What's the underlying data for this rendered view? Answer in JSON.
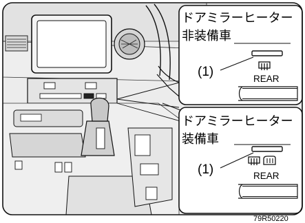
{
  "figure_code": "79R50220",
  "callouts": [
    {
      "title_line1": "ドアミラーヒーター",
      "title_line2": "非装備車",
      "item_label": "(1)",
      "switch_text": "REAR",
      "icons": [
        "rear-defroster-icon"
      ]
    },
    {
      "title_line1": "ドアミラーヒーター",
      "title_line2": "装備車",
      "item_label": "(1)",
      "switch_text": "REAR",
      "icons": [
        "rear-defroster-icon",
        "mirror-heater-icon"
      ]
    }
  ],
  "colors": {
    "panel_fill": "#ffffff",
    "dashboard_fill": "#e9e9e9",
    "line": "#000000"
  }
}
